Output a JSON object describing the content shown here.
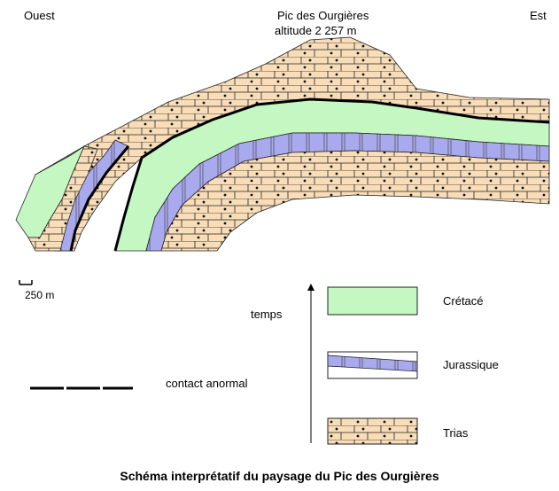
{
  "labels": {
    "west": "Ouest",
    "east": "Est",
    "peak_name": "Pic des Ourgières",
    "peak_altitude": "altitude 2 257 m"
  },
  "scale": {
    "text": "250 m"
  },
  "time_axis": {
    "label": "temps"
  },
  "contact": {
    "label": "contact anormal"
  },
  "legend": [
    {
      "key": "cretace",
      "label": "Crétacé",
      "color": "#c4f7c2"
    },
    {
      "key": "jurassique",
      "label": "Jurassique",
      "color": "#a9a9ee"
    },
    {
      "key": "trias",
      "label": "Trias",
      "color": "#f8ddb8"
    }
  ],
  "caption": "Schéma interprétatif du paysage du Pic des Ourgières"
}
